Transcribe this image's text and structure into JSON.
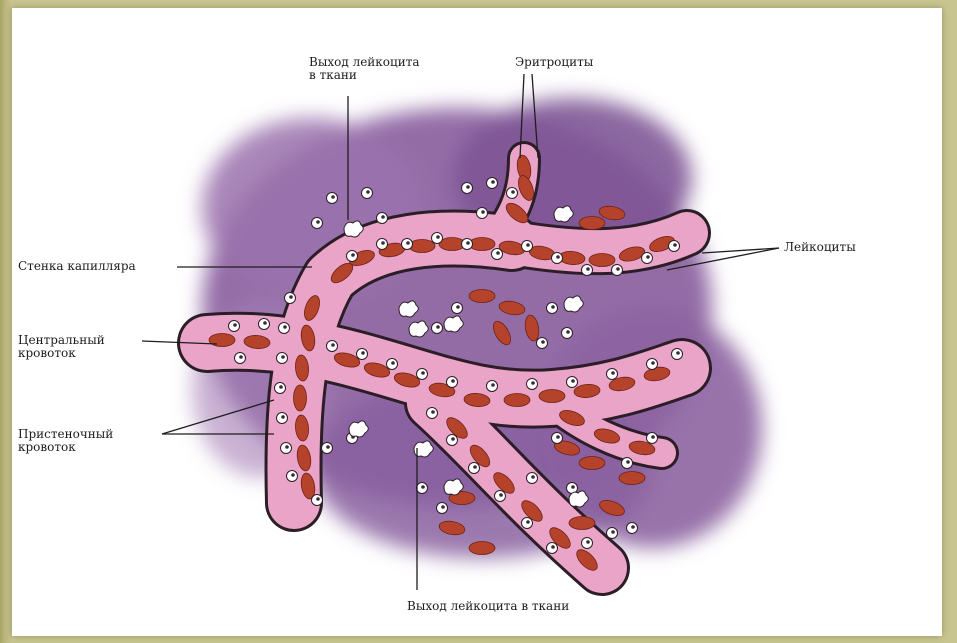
{
  "labels": {
    "leukocyte_exit_top": "Выход лейкоцита\nв ткани",
    "erythrocytes": "Эритроциты",
    "capillary_wall": "Стенка капилляра",
    "leukocytes": "Лейкоциты",
    "central_flow": "Центральный\nкровоток",
    "parietal_flow": "Пристеночный\nкровоток",
    "leukocyte_exit_bottom": "Выход лейкоцита в ткани"
  },
  "colors": {
    "tissue": "#8a5f9e",
    "vessel": "#e9a2c6",
    "erythrocyte": "#b5432b",
    "leukocyte": "#ffffff",
    "wall": "#2a1f26"
  }
}
